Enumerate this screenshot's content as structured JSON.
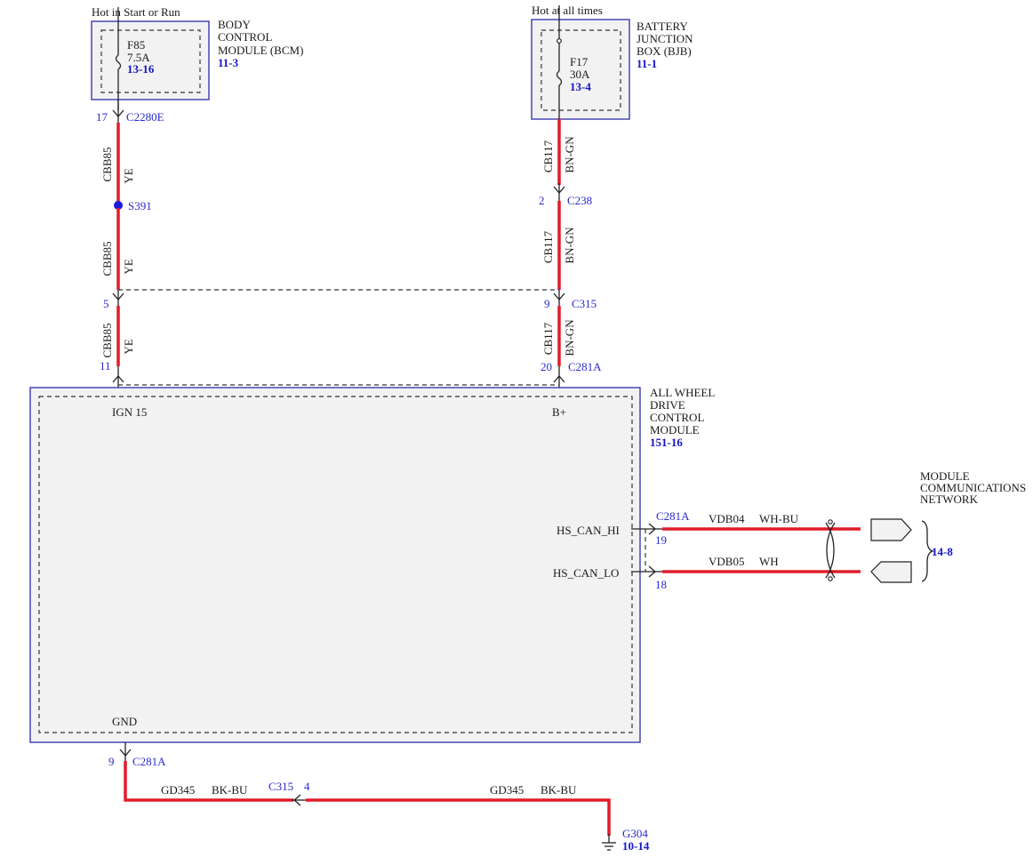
{
  "bcm": {
    "header": "Hot in Start or Run",
    "title1": "BODY",
    "title2": "CONTROL",
    "title3": "MODULE (BCM)",
    "ref": "11-3",
    "fuse": "F85",
    "rating": "7.5A",
    "fuse_ref": "13-16"
  },
  "bjb": {
    "header": "Hot at all times",
    "title1": "BATTERY",
    "title2": "JUNCTION",
    "title3": "BOX (BJB)",
    "ref": "11-1",
    "fuse": "F17",
    "rating": "30A",
    "fuse_ref": "13-4"
  },
  "left_circuit": {
    "pin_top": "17",
    "connector_top": "C2280E",
    "circuit": "CBB85",
    "color": "YE",
    "splice": "S391",
    "pin_mid": "5",
    "pin_low": "11"
  },
  "right_circuit": {
    "circuit": "CB117",
    "color": "BN-GN",
    "pin_c238": "2",
    "connector_c238": "C238",
    "pin_c315": "9",
    "connector_c315": "C315",
    "pin_c281a": "20",
    "connector_c281a": "C281A"
  },
  "awd": {
    "title1": "ALL WHEEL",
    "title2": "DRIVE",
    "title3": "CONTROL",
    "title4": "MODULE",
    "ref": "151-16",
    "pin_ign": "IGN 15",
    "pin_bplus": "B+",
    "pin_can_hi": "HS_CAN_HI",
    "pin_can_lo": "HS_CAN_LO",
    "pin_gnd": "GND"
  },
  "can": {
    "connector": "C281A",
    "hi_pin": "19",
    "lo_pin": "18",
    "hi_circuit": "VDB04",
    "hi_color": "WH-BU",
    "lo_circuit": "VDB05",
    "lo_color": "WH",
    "network1": "MODULE",
    "network2": "COMMUNICATIONS",
    "network3": "NETWORK",
    "network_ref": "14-8"
  },
  "ground": {
    "pin": "9",
    "connector": "C281A",
    "circuit": "GD345",
    "color": "BK-BU",
    "mid_connector": "C315",
    "mid_pin": "4",
    "ground_id": "G304",
    "ground_ref": "10-14"
  },
  "colors": {
    "wire": "#e01d2b",
    "module_outline": "#3a3ab0",
    "reference_text": "#1616c8",
    "label_blue": "#2a2ad0",
    "module_fill": "#f2f2f2"
  }
}
